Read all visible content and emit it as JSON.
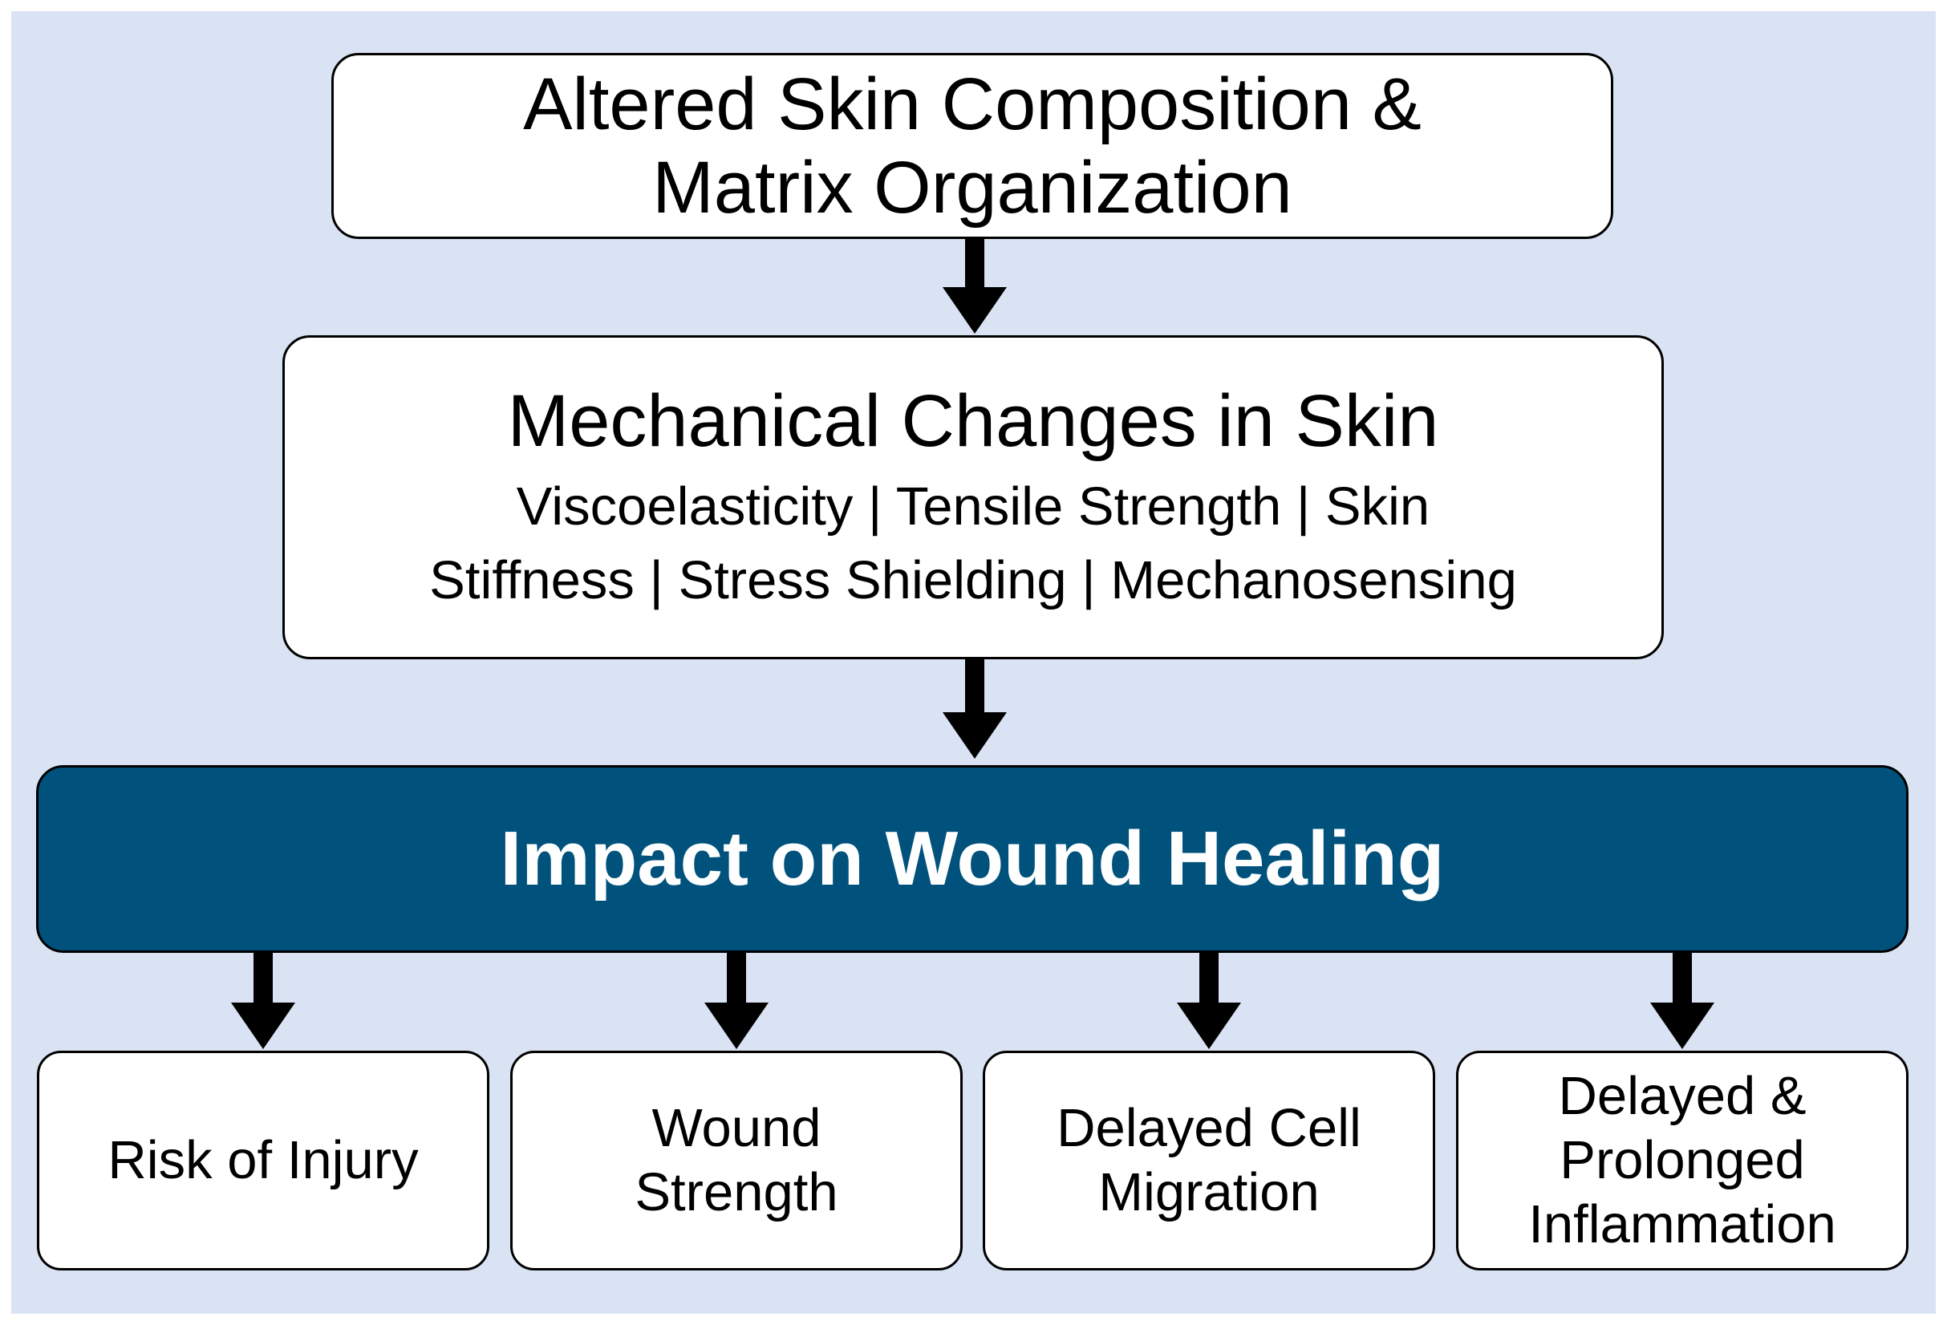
{
  "diagram": {
    "top_box": {
      "lines": [
        "Altered Skin Composition &",
        "Matrix Organization"
      ]
    },
    "middle_box": {
      "title": "Mechanical Changes in Skin",
      "detail_lines": [
        "Viscoelasticity | Tensile Strength | Skin",
        "Stiffness | Stress Shielding | Mechanosensing"
      ]
    },
    "impact_box": {
      "label": "Impact on Wound Healing"
    },
    "outcomes": [
      {
        "lines": [
          "Risk of Injury"
        ]
      },
      {
        "lines": [
          "Wound",
          "Strength"
        ]
      },
      {
        "lines": [
          "Delayed Cell",
          "Migration"
        ]
      },
      {
        "lines": [
          "Delayed &",
          "Prolonged",
          "Inflammation"
        ]
      }
    ],
    "colors": {
      "background_panel": "#dae3f3",
      "box_fill": "#ffffff",
      "impact_fill": "#00527c",
      "impact_text": "#ffffff",
      "arrows": "#000000"
    }
  }
}
